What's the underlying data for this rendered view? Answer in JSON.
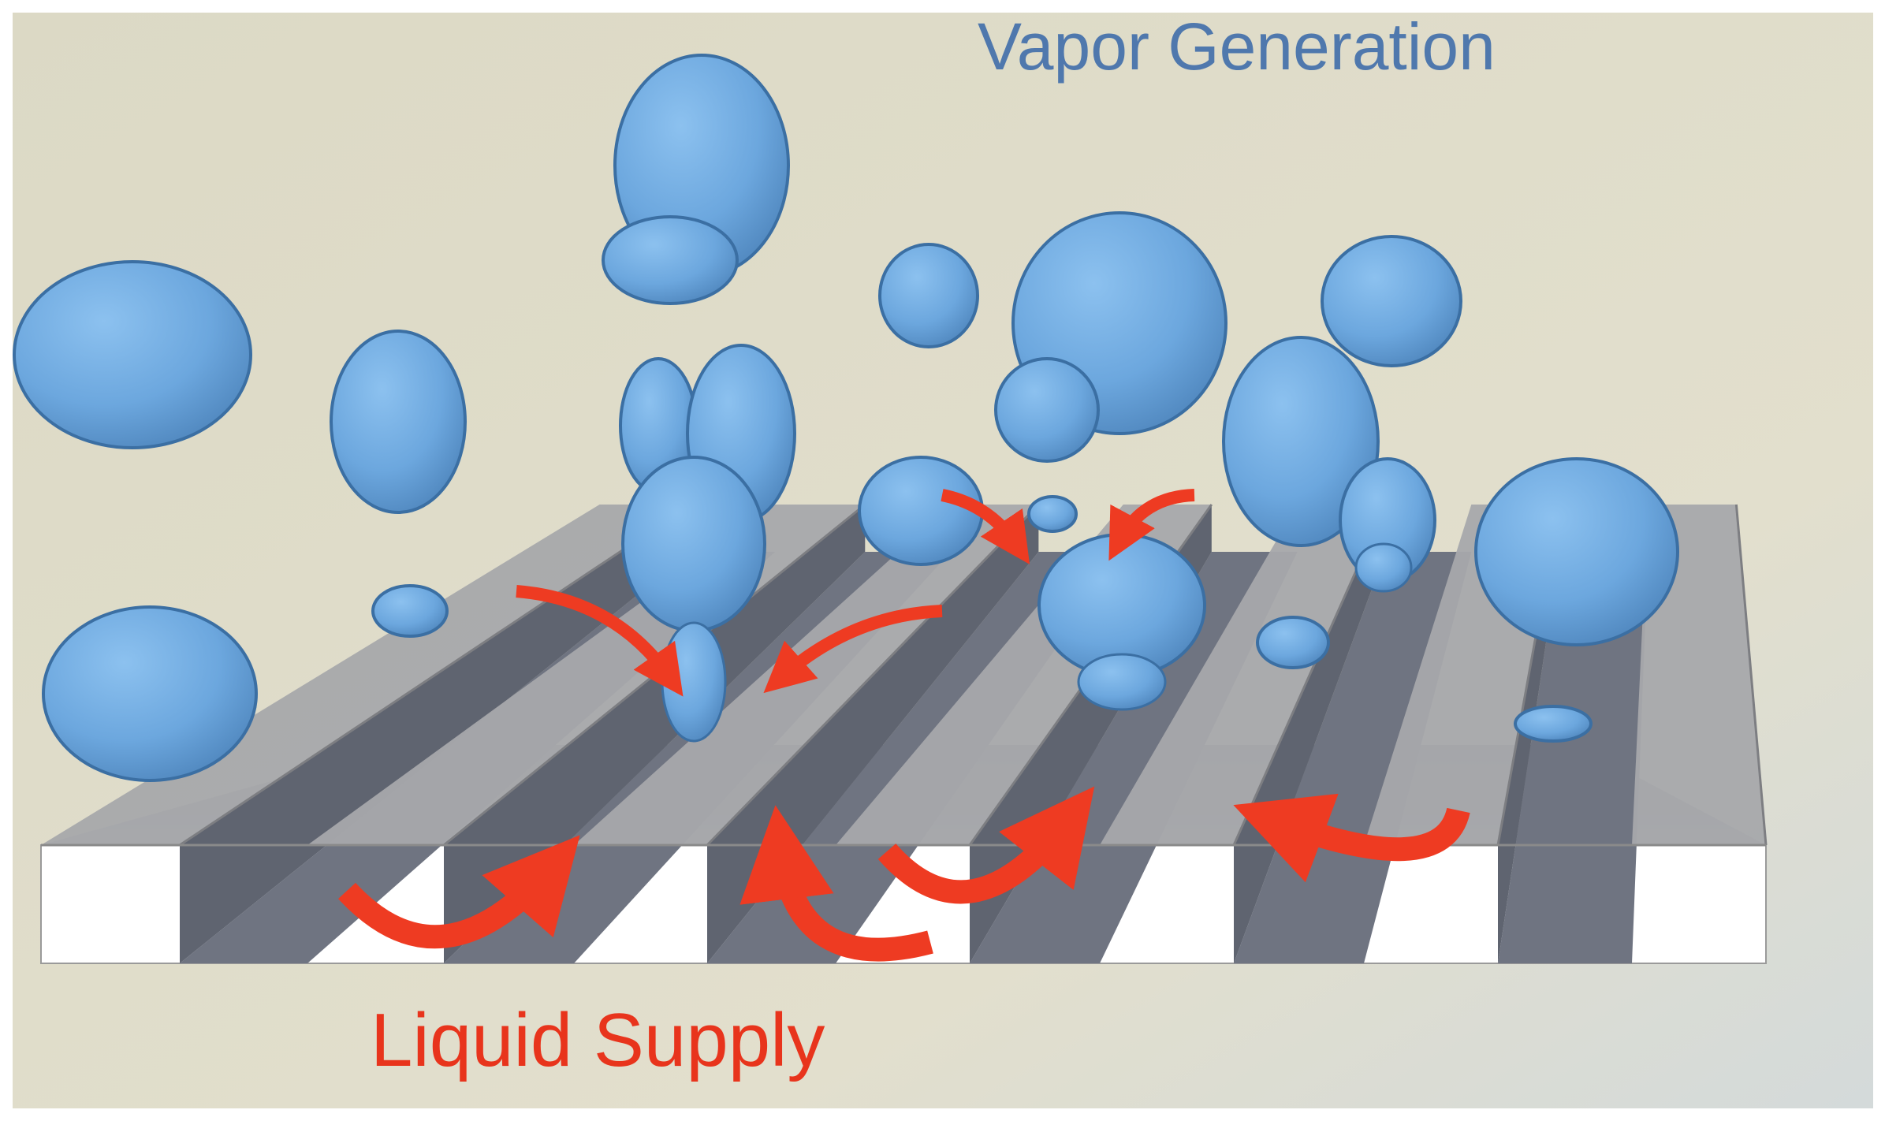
{
  "diagram": {
    "labels": {
      "vapor": "Vapor Generation",
      "liquid": "Liquid Supply"
    },
    "colors": {
      "bubble_fill": "#6fa9e0",
      "bubble_edge": "#3b6fa3",
      "arrow": "#ee3b22",
      "vapor_text": "#4f78ad",
      "liquid_text": "#e8341c",
      "background": "#e0ddca",
      "substrate_white": "#ffffff",
      "ridge_light": "#a7a8ab",
      "ridge_dark": "#6f7481"
    },
    "elements": [
      "microchannel-substrate",
      "vapor-bubble",
      "liquid-flow-arrow"
    ]
  }
}
